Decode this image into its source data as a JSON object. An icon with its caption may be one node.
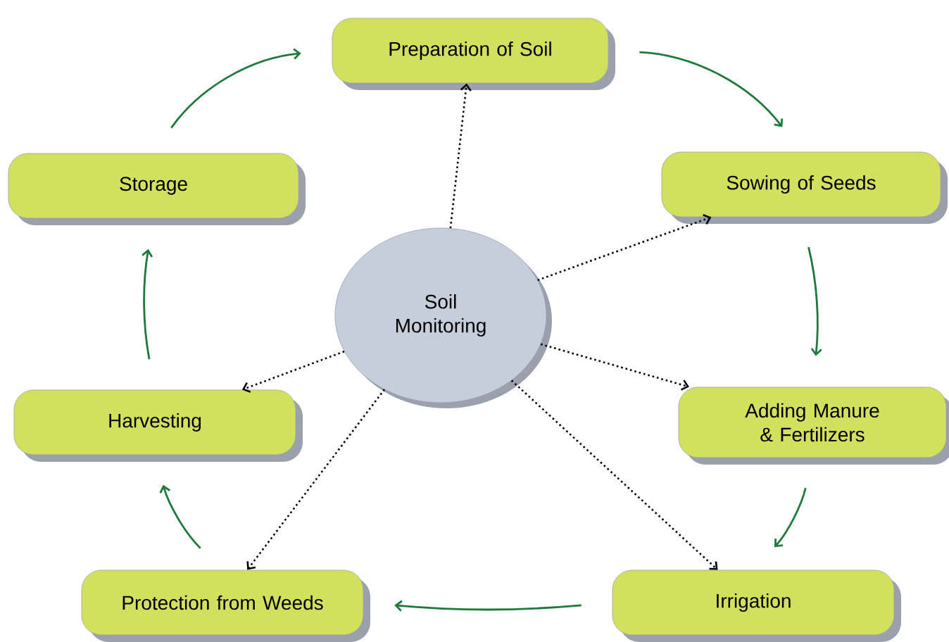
{
  "diagram": {
    "nodes": [
      {
        "text": [
          "Soil Monitoring"
        ]
      },
      {
        "text": [
          "Preparation of Soil"
        ]
      },
      {
        "text": [
          "Sowing of Seeds"
        ]
      },
      {
        "text": [
          "Adding Manure & Fertilizers"
        ]
      },
      {
        "text": [
          "Irrigation"
        ]
      },
      {
        "text": [
          "Protection from Weeds"
        ]
      },
      {
        "text": [
          "Harvesting"
        ]
      },
      {
        "text": [
          "Storage"
        ]
      }
    ],
    "edges": [
      {
        "from": 0,
        "to": 1,
        "arrow": "to",
        "style": "dashed",
        "color": "#000000"
      },
      {
        "from": 0,
        "to": 2,
        "arrow": "to",
        "style": "dashed",
        "color": "#000000"
      },
      {
        "from": 0,
        "to": 3,
        "arrow": "to",
        "style": "dashed",
        "color": "#000000"
      },
      {
        "from": 0,
        "to": 4,
        "arrow": "to",
        "style": "dashed",
        "color": "#000000"
      },
      {
        "from": 0,
        "to": 5,
        "arrow": "to",
        "style": "dashed",
        "color": "#000000"
      },
      {
        "from": 0,
        "to": 6,
        "arrow": "to",
        "style": "dashed",
        "color": "#000000"
      },
      {
        "from": 1,
        "to": 2,
        "arrow": "to"
      },
      {
        "from": 2,
        "to": 3,
        "arrow": "to"
      },
      {
        "from": 3,
        "to": 4,
        "arrow": "to"
      },
      {
        "from": 4,
        "to": 5,
        "arrow": "to"
      },
      {
        "from": 5,
        "to": 6,
        "arrow": "to"
      },
      {
        "from": 6,
        "to": 7,
        "arrow": "to"
      },
      {
        "from": 7,
        "to": 1,
        "arrow": "to"
      }
    ]
  }
}
